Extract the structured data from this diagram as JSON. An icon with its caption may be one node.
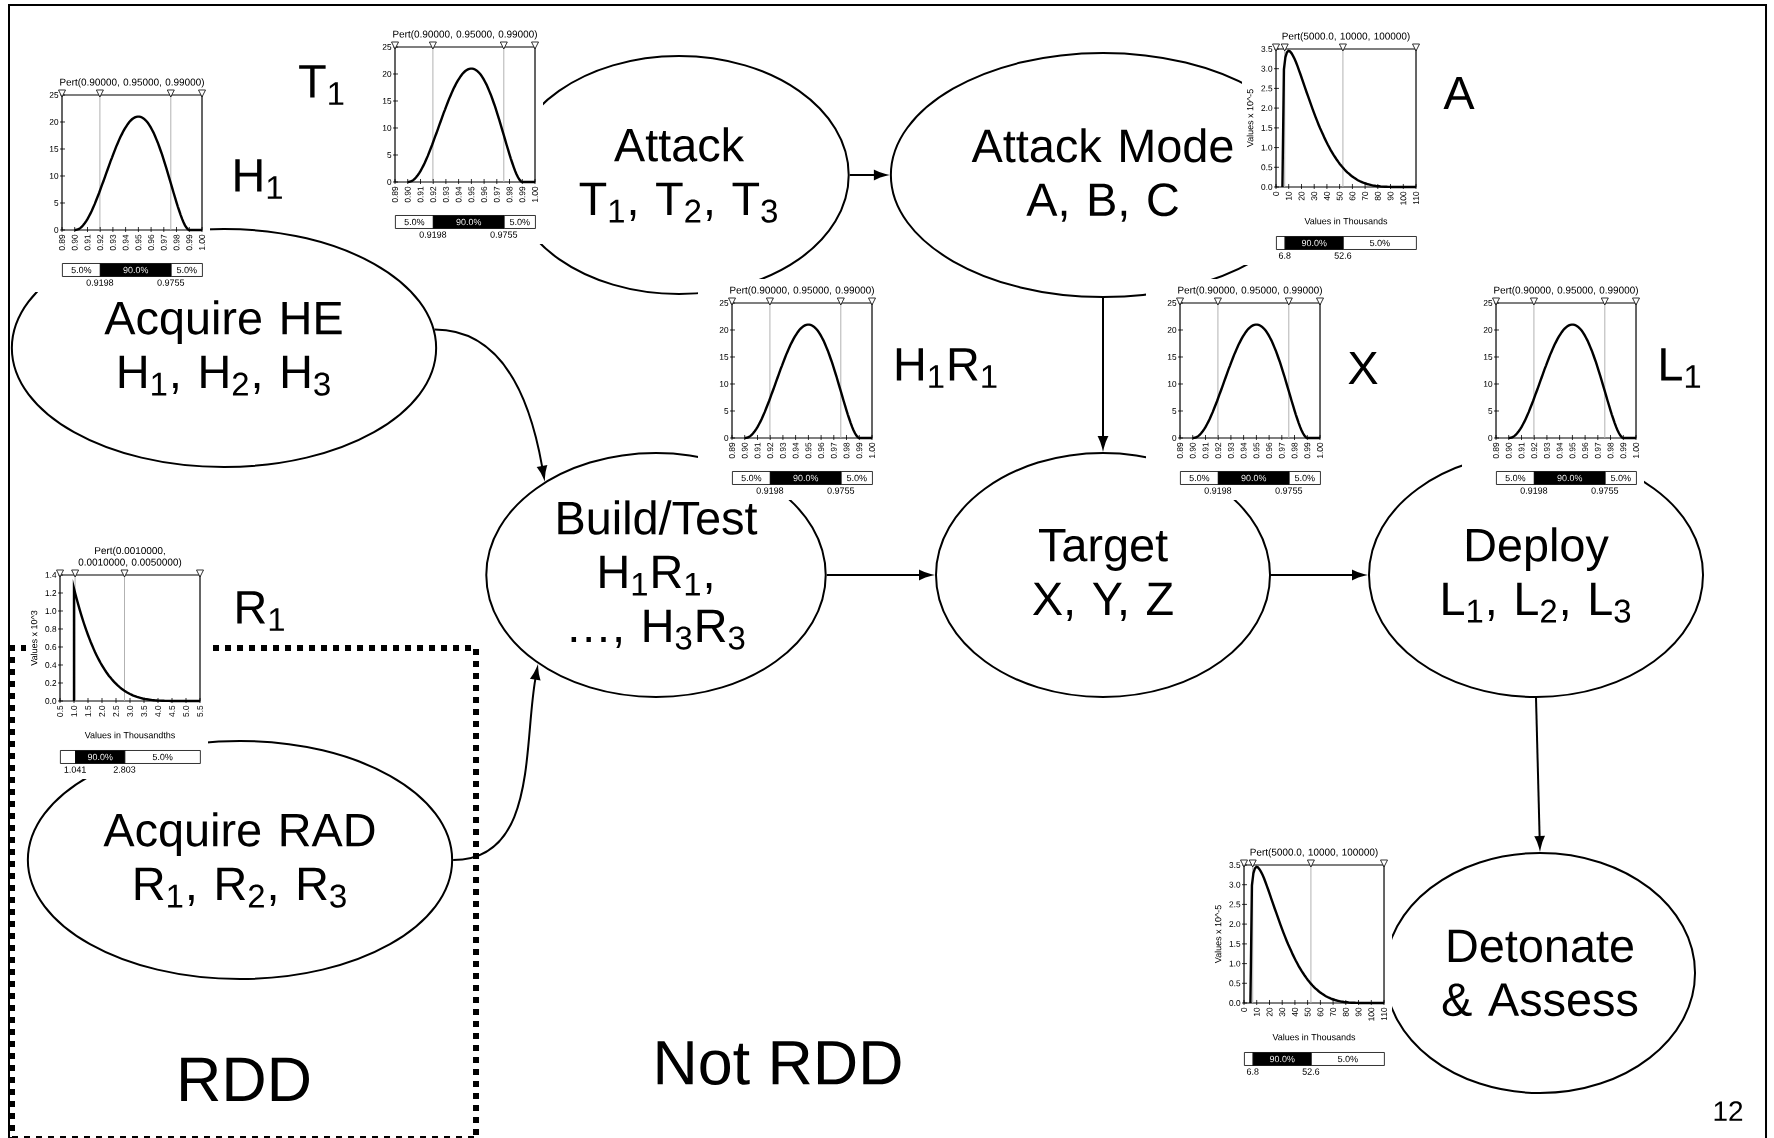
{
  "diagram": {
    "nodes": [
      {
        "text": [
          "Acquire HE",
          "H$_{1}$, H$_{2}$, H$_{3}$"
        ]
      },
      {
        "text": [
          "Attack",
          "T$_{1}$, T$_{2}$, T$_{3}$"
        ]
      },
      {
        "text": [
          "Attack Mode",
          "A, B, C"
        ]
      },
      {
        "text": [
          "Build/Test",
          "H$_{1}$R$_{1}$, …, H$_{3}$R$_{3}$"
        ]
      },
      {
        "text": [
          "Target",
          "X, Y, Z"
        ]
      },
      {
        "text": [
          "Deploy",
          "L$_{1}$, L$_{2}$, L$_{3}$"
        ]
      },
      {
        "text": [
          "RDD"
        ]
      },
      {
        "text": [
          "Acquire RAD",
          "R$_{1}$, R$_{2}$, R$_{3}$"
        ],
        "in": 6
      },
      {
        "text": [
          "Detonate & Assess"
        ]
      }
    ],
    "edges": [
      {
        "from": 0,
        "to": 3,
        "arrow": "to"
      },
      {
        "from": 7,
        "to": 3,
        "arrow": "to"
      },
      {
        "from": 1,
        "to": 2,
        "arrow": "to"
      },
      {
        "from": 2,
        "to": 4,
        "arrow": "to"
      },
      {
        "from": 3,
        "to": 4,
        "arrow": "to"
      },
      {
        "from": 4,
        "to": 5,
        "arrow": "to"
      },
      {
        "from": 5,
        "to": 8,
        "arrow": "to"
      }
    ],
    "labels": [
      "Pert(0.90000, 0.95000, 0.99000)",
      "0",
      "5",
      "10",
      "15",
      "20",
      "25",
      "0.89",
      "0.90",
      "0.91",
      "0.92",
      "0.93",
      "0.94",
      "0.95",
      "0.96",
      "0.97",
      "0.98",
      "0.99",
      "1.00",
      "5.0%",
      "90.0%",
      "5.0%",
      "0.9198",
      "0.9755",
      "T$_{1}$",
      "Pert(0.90000, 0.95000, 0.99000)",
      "0",
      "5",
      "10",
      "15",
      "20",
      "25",
      "0.89",
      "0.90",
      "0.91",
      "0.92",
      "0.93",
      "0.94",
      "0.95",
      "0.96",
      "0.97",
      "0.98",
      "0.99",
      "1.00",
      "5.0%",
      "90.0%",
      "5.0%",
      "0.9198",
      "0.9755",
      "Pert(5000.0, 10000, 100000)",
      "Values x 10^-5",
      "0.0",
      "0.5",
      "1.0",
      "1.5",
      "2.0",
      "2.5",
      "3.0",
      "3.5",
      "0",
      "10",
      "20",
      "30",
      "40",
      "50",
      "60",
      "70",
      "80",
      "90",
      "100",
      "110",
      "Values in Thousands",
      "90.0%",
      "5.0%",
      "6.8",
      "52.6",
      "A",
      "H$_{1}$",
      "Pert(0.90000, 0.95000, 0.99000)",
      "0",
      "5",
      "10",
      "15",
      "20",
      "25",
      "0.89",
      "0.90",
      "0.91",
      "0.92",
      "0.93",
      "0.94",
      "0.95",
      "0.96",
      "0.97",
      "0.98",
      "0.99",
      "1.00",
      "5.0%",
      "90.0%",
      "5.0%",
      "0.9198",
      "0.9755",
      "Pert(0.90000, 0.95000, 0.99000)",
      "0",
      "5",
      "10",
      "15",
      "20",
      "25",
      "0.89",
      "0.90",
      "0.91",
      "0.92",
      "0.93",
      "0.94",
      "0.95",
      "0.96",
      "0.97",
      "0.98",
      "0.99",
      "1.00",
      "5.0%",
      "90.0%",
      "5.0%",
      "0.9198",
      "0.9755",
      "Pert(0.90000, 0.95000, 0.99000)",
      "0",
      "5",
      "10",
      "15",
      "20",
      "25",
      "0.89",
      "0.90",
      "0.91",
      "0.92",
      "0.93",
      "0.94",
      "0.95",
      "0.96",
      "0.97",
      "0.98",
      "0.99",
      "1.00",
      "5.0%",
      "90.0%",
      "5.0%",
      "0.9198",
      "0.9755",
      "H$_{1}$R$_{1}$",
      "X",
      "L$_{1}$",
      "Pert(0.0010000, 0.0010000, 0.0050000)",
      "Values x 10^3",
      "0.0",
      "0.2",
      "0.4",
      "0.6",
      "0.8",
      "1.0",
      "1.2",
      "1.4",
      "0.5",
      "1.0",
      "1.5",
      "2.0",
      "2.5",
      "3.0",
      "3.5",
      "4.0",
      "4.5",
      "5.0",
      "5.5",
      "Values in Thousandths",
      "90.0%",
      "5.0%",
      "1.041",
      "2.803",
      "R$_{1}$",
      "Pert(5000.0, 10000, 100000)",
      "Values x 10^-5",
      "0.0",
      "0.5",
      "1.0",
      "1.5",
      "2.0",
      "2.5",
      "3.0",
      "3.5",
      "0",
      "10",
      "20",
      "30",
      "40",
      "50",
      "60",
      "70",
      "80",
      "90",
      "100",
      "110",
      "Values in Thousands",
      "90.0%",
      "5.0%",
      "6.8",
      "52.6",
      "Not RDD",
      "12"
    ]
  }
}
